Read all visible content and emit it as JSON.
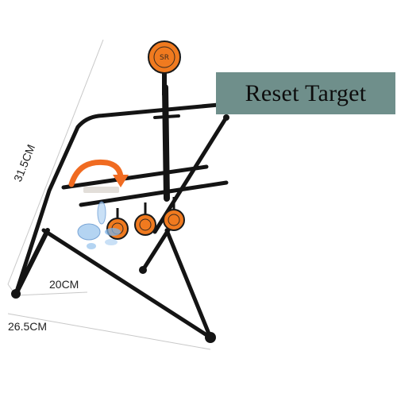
{
  "overlay": {
    "title": "Reset Target"
  },
  "dimensions": {
    "height_label": "31.5CM",
    "depth_label": "20CM",
    "width_label": "26.5CM"
  },
  "target": {
    "logo_text": "SR",
    "plate_color": "#f07a1f",
    "frame_color": "#1a1a1a",
    "arrow_color": "#f06b21"
  }
}
